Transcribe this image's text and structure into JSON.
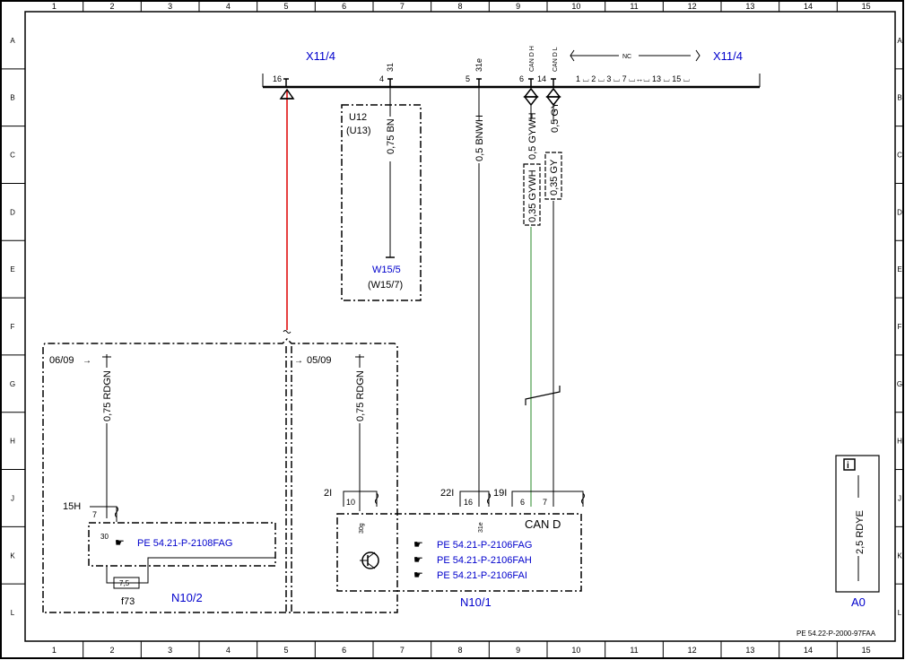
{
  "frame": {
    "cols": [
      "1",
      "2",
      "3",
      "4",
      "5",
      "6",
      "7",
      "8",
      "9",
      "10",
      "11",
      "12",
      "13",
      "14",
      "15"
    ],
    "rows": [
      "A",
      "B",
      "C",
      "D",
      "E",
      "F",
      "G",
      "H",
      "J",
      "K",
      "L"
    ]
  },
  "connector": {
    "name_left": "X11/4",
    "name_right": "X11/4",
    "nc_label": "NC",
    "pins": {
      "p16": "16",
      "p4": "4",
      "p31": "31",
      "p5": "5",
      "p31e": "31e",
      "p6": "6",
      "p14": "14",
      "can_dh": "CAN D H",
      "can_dl": "CAN D L"
    },
    "nc_pins": "1 ⌴ 2 ⌴ 3 ⌴ 7 ⌴↔⌴ 13 ⌴ 15 ⌴"
  },
  "u12": {
    "label": "U12",
    "label2": "(U13)",
    "wire": "0,75 BN",
    "ground": "W15/5",
    "ground2": "(W15/7)"
  },
  "wires": {
    "bnwh": "0,5 BNWH",
    "gywh": "0,5 GYWH",
    "gy": "0,5 GY",
    "gywh2": "0,35 GYWH",
    "gy2": "0,35 GY",
    "rdgn1": "0,75 RDGN",
    "rdgn2": "0,75 RDGN"
  },
  "n10_2": {
    "ref": "06/09",
    "pin_label": "15H",
    "pin7": "7",
    "pin30": "30",
    "fuse_value": "7,5",
    "fuse": "f73",
    "ref_doc": "PE 54.21-P-2108FAG",
    "name": "N10/2"
  },
  "n10_1": {
    "ref": "05/09",
    "lbl_2i": "2I",
    "lbl_22i": "22I",
    "lbl_19i": "19I",
    "pin10": "10",
    "pin30g": "30g",
    "pin16": "16",
    "pin31e": "31e",
    "pin6": "6",
    "pin7": "7",
    "can": "CAN D",
    "docs": [
      "PE 54.21-P-2106FAG",
      "PE 54.21-P-2106FAH",
      "PE 54.21-P-2106FAI"
    ],
    "name": "N10/1"
  },
  "a0": {
    "wire": "2,5 RDYE",
    "name": "A0",
    "icon": "info-icon"
  },
  "footer": "PE 54.22-P-2000-97FAA"
}
